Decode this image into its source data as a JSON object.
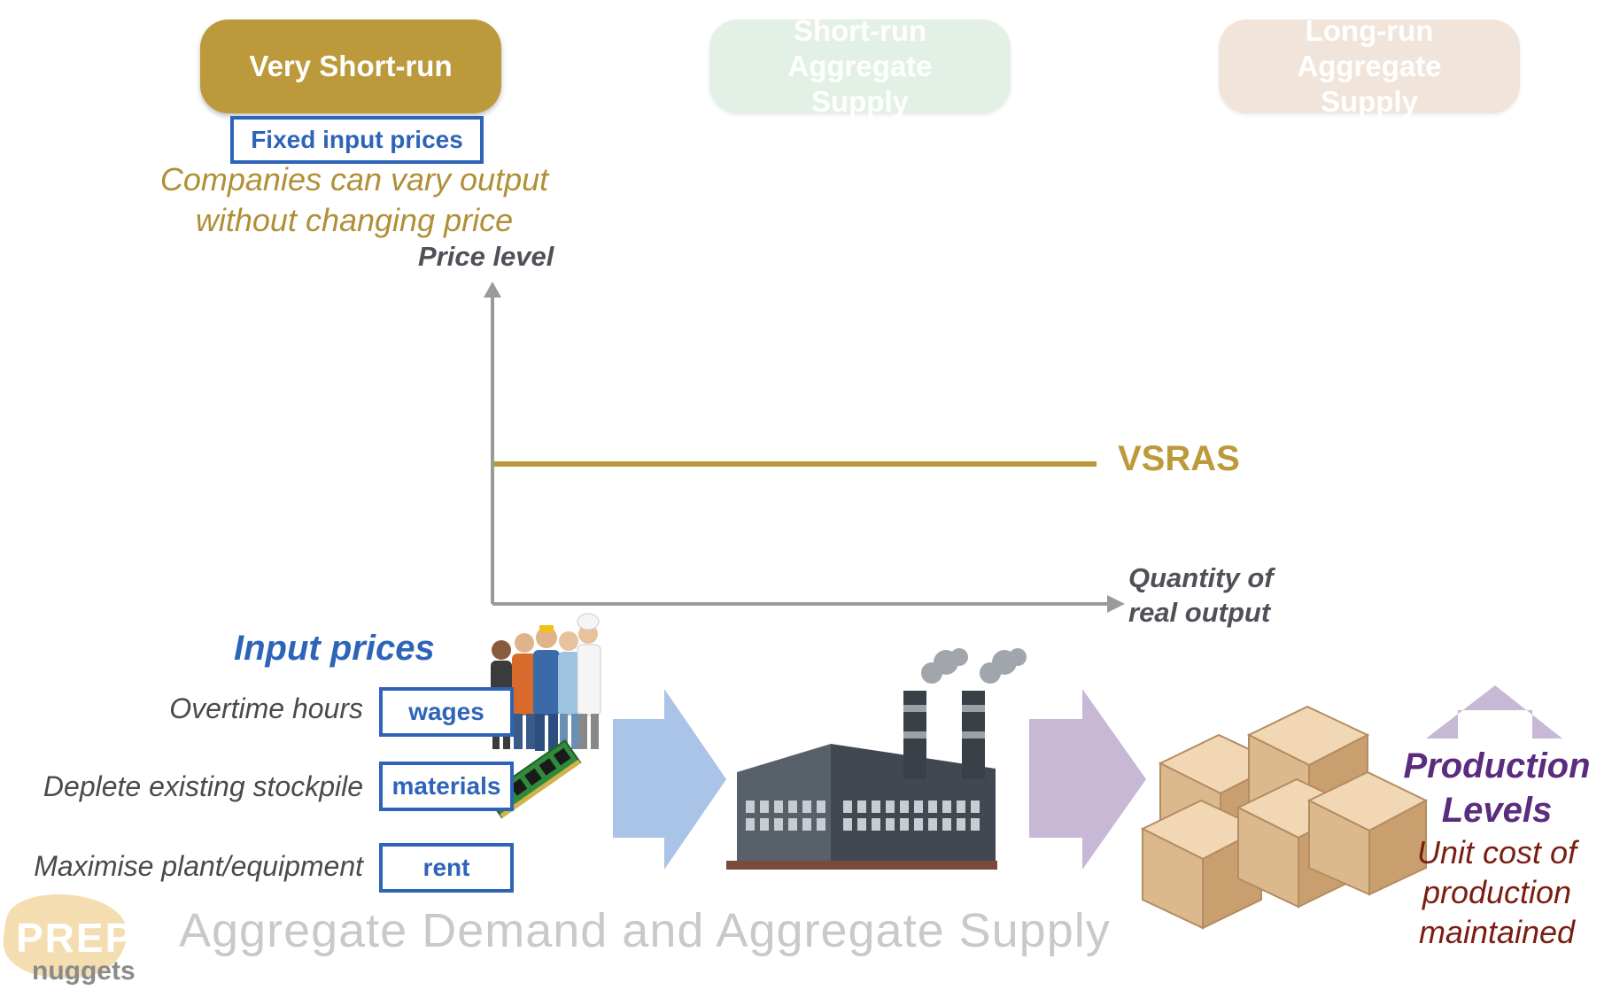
{
  "tabs": [
    {
      "label": "Very Short-run",
      "state": "active"
    },
    {
      "label": "Short-run Aggregate Supply",
      "state": "inactive"
    },
    {
      "label": "Long-run Aggregate Supply",
      "state": "inactive"
    }
  ],
  "fixed_input_prices": "Fixed input prices",
  "description": {
    "line1": "Companies can vary output",
    "line2": "without changing price"
  },
  "axes": {
    "y_label": "Price level",
    "x_label_line1": "Quantity of",
    "x_label_line2": "real output"
  },
  "curve_label": "VSRAS",
  "input_prices_title": "Input prices",
  "inputs": [
    {
      "label": "Overtime hours",
      "box": "wages"
    },
    {
      "label": "Deplete existing stockpile",
      "box": "materials"
    },
    {
      "label": "Maximise plant/equipment",
      "box": "rent"
    }
  ],
  "production": {
    "title_line1": "Production",
    "title_line2": "Levels",
    "sub_line1": "Unit cost of",
    "sub_line2": "production",
    "sub_line3": "maintained"
  },
  "footer_title": "Aggregate Demand and Aggregate Supply",
  "logo": {
    "line1": "PREP",
    "line2": "nuggets"
  },
  "colors": {
    "gold": "#BC9A3B",
    "blue": "#2E64B8",
    "purple": "#5B2C7E",
    "maroon": "#7A1E12",
    "arrow_blue": "#A9C4E6",
    "arrow_purple": "#C7B8D6"
  }
}
